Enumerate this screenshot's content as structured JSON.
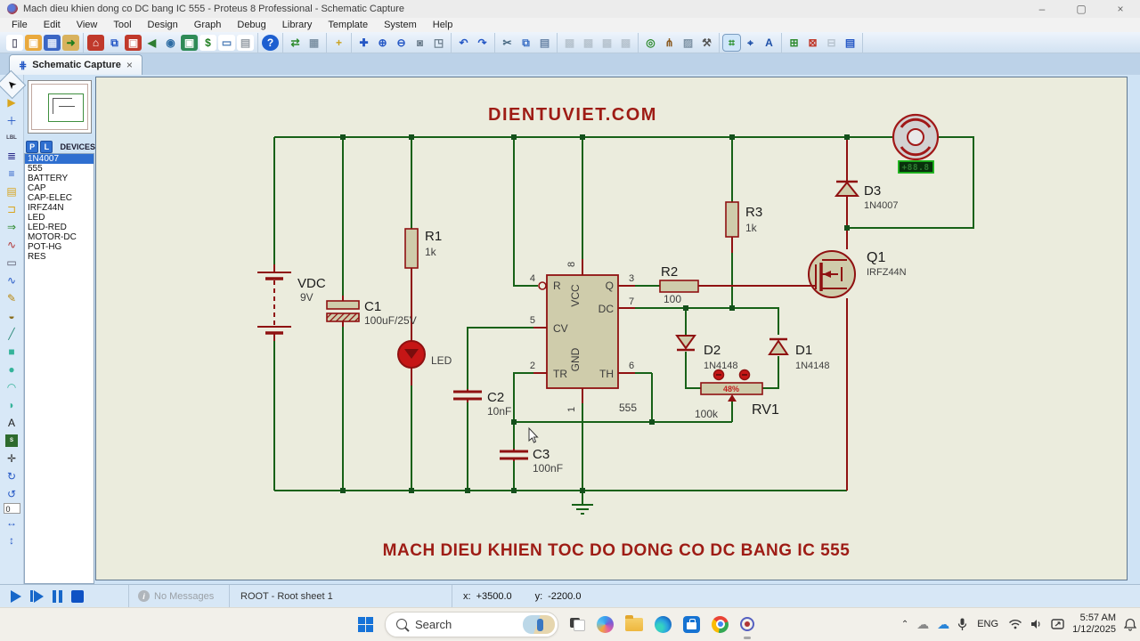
{
  "window": {
    "title": "Mach dieu khien dong co DC bang IC 555 - Proteus 8 Professional - Schematic Capture",
    "controls": [
      {
        "name": "minimize-button",
        "glyph": "–"
      },
      {
        "name": "maximize-button",
        "glyph": "▢"
      },
      {
        "name": "close-button",
        "glyph": "×"
      }
    ]
  },
  "menu": {
    "items": [
      "File",
      "Edit",
      "View",
      "Tool",
      "Design",
      "Graph",
      "Debug",
      "Library",
      "Template",
      "System",
      "Help"
    ]
  },
  "toolbar": {
    "groups": [
      [
        {
          "name": "new-file",
          "glyph": "▯",
          "fg": "#667",
          "bg": "#ffffff"
        },
        {
          "name": "open-folder",
          "glyph": "▣",
          "fg": "#fff",
          "bg": "#e9a93e"
        },
        {
          "name": "save-file",
          "glyph": "▦",
          "fg": "#dce6f8",
          "bg": "#3b66c4"
        },
        {
          "name": "import-project",
          "glyph": "➜",
          "fg": "#1e7d1e",
          "bg": "#d8b25e"
        }
      ],
      [
        {
          "name": "home",
          "glyph": "⌂",
          "fg": "#fff",
          "bg": "#c0392b"
        },
        {
          "name": "multi-window",
          "glyph": "⧉",
          "fg": "#2457c5"
        },
        {
          "name": "ic-red",
          "glyph": "▣",
          "fg": "#fff",
          "bg": "#c0392b"
        },
        {
          "name": "back-annotate",
          "glyph": "◀",
          "fg": "#2e7d32"
        },
        {
          "name": "find-component",
          "glyph": "◉",
          "fg": "#2e6da4"
        },
        {
          "name": "ic-green",
          "glyph": "▣",
          "fg": "#fff",
          "bg": "#2e8b57"
        },
        {
          "name": "bill-of-materials",
          "glyph": "$",
          "fg": "#1e7d1e",
          "bg": "#ffffff"
        },
        {
          "name": "ole-object",
          "glyph": "▭",
          "fg": "#4a7ab5",
          "bg": "#ffffff"
        },
        {
          "name": "design-notes",
          "glyph": "▤",
          "fg": "#98a0a8",
          "bg": "#ffffff"
        }
      ],
      [
        {
          "name": "help",
          "glyph": "?",
          "fg": "#fff",
          "bg": "#1d5fd0"
        }
      ],
      [
        {
          "name": "redraw",
          "glyph": "⇄",
          "fg": "#2e8b2e"
        },
        {
          "name": "toggle-grid",
          "glyph": "▦",
          "fg": "#7e93a5"
        }
      ],
      [
        {
          "name": "origin",
          "glyph": "+",
          "fg": "#caa21e"
        }
      ],
      [
        {
          "name": "pan",
          "glyph": "✚",
          "fg": "#2457c5"
        },
        {
          "name": "zoom-in",
          "glyph": "⊕",
          "fg": "#2457c5"
        },
        {
          "name": "zoom-out",
          "glyph": "⊖",
          "fg": "#2457c5"
        },
        {
          "name": "zoom-all",
          "glyph": "◙",
          "fg": "#6b7d8c"
        },
        {
          "name": "zoom-area",
          "glyph": "◳",
          "fg": "#6b7d8c"
        }
      ],
      [
        {
          "name": "undo",
          "glyph": "↶",
          "fg": "#2457c5"
        },
        {
          "name": "redo",
          "glyph": "↷",
          "fg": "#2457c5"
        }
      ],
      [
        {
          "name": "cut",
          "glyph": "✂",
          "fg": "#44657f"
        },
        {
          "name": "copy",
          "glyph": "⧉",
          "fg": "#3b6fc4"
        },
        {
          "name": "paste",
          "glyph": "▤",
          "fg": "#6b86a8"
        }
      ],
      [
        {
          "name": "block-copy",
          "glyph": "▩",
          "fg": "#8a98a2",
          "dim": true
        },
        {
          "name": "block-move",
          "glyph": "▩",
          "fg": "#8a98a2",
          "dim": true
        },
        {
          "name": "block-rotate",
          "glyph": "▩",
          "fg": "#8a98a2",
          "dim": true
        },
        {
          "name": "block-delete",
          "glyph": "▩",
          "fg": "#8a98a2",
          "dim": true
        }
      ],
      [
        {
          "name": "zoom-selection",
          "glyph": "◎",
          "fg": "#2e8b2e"
        },
        {
          "name": "net-connector",
          "glyph": "⋔",
          "fg": "#8a5a20"
        },
        {
          "name": "pattern-area",
          "glyph": "▨",
          "fg": "#7e93a5"
        },
        {
          "name": "tools-hammer",
          "glyph": "⚒",
          "fg": "#555"
        }
      ],
      [
        {
          "name": "wire-autorouter",
          "glyph": "⌗",
          "fg": "#1e8a1e",
          "sel": true
        },
        {
          "name": "search-tag",
          "glyph": "⌖",
          "fg": "#1d4fa8"
        },
        {
          "name": "property-assignment",
          "glyph": "A",
          "fg": "#1d4fa8"
        }
      ],
      [
        {
          "name": "new-sheet",
          "glyph": "⊞",
          "fg": "#2e8b2e"
        },
        {
          "name": "remove-sheet",
          "glyph": "⊠",
          "fg": "#c0392b"
        },
        {
          "name": "goto-sheet",
          "glyph": "⊟",
          "fg": "#8a98a2",
          "dim": true
        },
        {
          "name": "design-explorer",
          "glyph": "▤",
          "fg": "#2457c5"
        }
      ]
    ]
  },
  "tab": {
    "icon": "⋕",
    "label": "Schematic Capture",
    "close": "×"
  },
  "left_tools": {
    "items": [
      {
        "name": "selection-pointer",
        "glyph": "➤",
        "fg": "#111",
        "sel": true,
        "rot": -135
      },
      {
        "name": "component-mode",
        "glyph": "▶",
        "fg": "#d9a51e"
      },
      {
        "name": "junction-dot-mode",
        "glyph": "＋",
        "fg": "#2457c5"
      },
      {
        "name": "wire-label-mode",
        "glyph": "LBL",
        "fg": "#445",
        "small": true
      },
      {
        "name": "text-script-mode",
        "glyph": "≣",
        "fg": "#2b2b8a"
      },
      {
        "name": "buses-mode",
        "glyph": "≡",
        "fg": "#2457c5"
      },
      {
        "name": "subcircuit-mode",
        "glyph": "▤",
        "fg": "#d9a51e"
      },
      {
        "name": "terminals-mode",
        "glyph": "⊐",
        "fg": "#d9a51e"
      },
      {
        "name": "device-pins-mode",
        "glyph": "⇒",
        "fg": "#2e8b2e"
      },
      {
        "name": "graph-mode",
        "glyph": "∿",
        "fg": "#b03030"
      },
      {
        "name": "tape-recorder-mode",
        "glyph": "▭",
        "fg": "#556"
      },
      {
        "name": "generator-mode",
        "glyph": "∿",
        "fg": "#2457c5"
      },
      {
        "name": "voltage-probe-mode",
        "glyph": "✎",
        "fg": "#b8860b"
      },
      {
        "name": "current-probe-mode",
        "glyph": "◒",
        "fg": "#8a6d1e"
      },
      {
        "name": "2d-line",
        "glyph": "╱",
        "fg": "#2e8b7a"
      },
      {
        "name": "2d-box",
        "glyph": "■",
        "fg": "#35b39a"
      },
      {
        "name": "2d-circle",
        "glyph": "●",
        "fg": "#35b39a"
      },
      {
        "name": "2d-arc",
        "glyph": "◠",
        "fg": "#35b39a"
      },
      {
        "name": "2d-path",
        "glyph": "◗",
        "fg": "#35b39a"
      },
      {
        "name": "2d-text",
        "glyph": "A",
        "fg": "#1a1a1a"
      },
      {
        "name": "2d-symbol",
        "glyph": "S",
        "fg": "#fff",
        "bg": "#2e6b2e",
        "small": true
      },
      {
        "name": "2d-marker",
        "glyph": "✛",
        "fg": "#333"
      },
      {
        "name": "rotate-cw",
        "glyph": "↻",
        "fg": "#2457c5"
      },
      {
        "name": "rotate-ccw",
        "glyph": "↺",
        "fg": "#2457c5"
      },
      {
        "name": "angle-field",
        "glyph": "0",
        "type": "field"
      },
      {
        "name": "mirror-horizontal",
        "glyph": "↔",
        "fg": "#2457c5"
      },
      {
        "name": "mirror-vertical",
        "glyph": "↕",
        "fg": "#2457c5"
      }
    ]
  },
  "devices_panel": {
    "p": "P",
    "l": "L",
    "header": "DEVICES",
    "items": [
      "1N4007",
      "555",
      "BATTERY",
      "CAP",
      "CAP-ELEC",
      "IRFZ44N",
      "LED",
      "LED-RED",
      "MOTOR-DC",
      "POT-HG",
      "RES"
    ],
    "selected_index": 0
  },
  "schematic": {
    "labels": {
      "watermark": "DIENTUVIET.COM",
      "caption": "MACH DIEU KHIEN TOC DO DONG CO DC BANG IC 555",
      "vdc_ref": "VDC",
      "vdc_val": "9V",
      "c1_ref": "C1",
      "c1_val": "100uF/25V",
      "r1_ref": "R1",
      "r1_val": "1k",
      "led_ref": "LED",
      "c2_ref": "C2",
      "c2_val": "10nF",
      "c3_ref": "C3",
      "c3_val": "100nF",
      "ic_val": "555",
      "r2_ref": "R2",
      "r2_val": "100",
      "r3_ref": "R3",
      "r3_val": "1k",
      "d1_ref": "D1",
      "d1_val": "1N4148",
      "d2_ref": "D2",
      "d2_val": "1N4148",
      "d3_ref": "D3",
      "d3_val": "1N4007",
      "q1_ref": "Q1",
      "q1_val": "IRFZ44N",
      "rv1_ref": "RV1",
      "rv1_val": "100k",
      "rv1_pct": "48%",
      "motor_display": "+88.8",
      "pins": {
        "p1": "1",
        "p2": "2",
        "p3": "3",
        "p4": "4",
        "p5": "5",
        "p6": "6",
        "p7": "7",
        "p8": "8",
        "r": "R",
        "cv": "CV",
        "tr": "TR",
        "th": "TH",
        "q": "Q",
        "dc": "DC",
        "vcc": "VCC",
        "gnd": "GND"
      }
    },
    "colors": {
      "wire": "#176117",
      "component": "#8f1111",
      "fill": "#cfccab",
      "canvas": "#ebecdd",
      "title_red": "#9e1c15"
    }
  },
  "status": {
    "info_glyph": "i",
    "no_messages": "No Messages",
    "root": "ROOT - Root sheet 1",
    "x_label": "x:",
    "x_value": "+3500.0",
    "y_label": "y:",
    "y_value": "-2200.0"
  },
  "taskbar": {
    "search": "Search",
    "lang": "ENG",
    "time": "5:57 AM",
    "date": "1/12/2025"
  }
}
